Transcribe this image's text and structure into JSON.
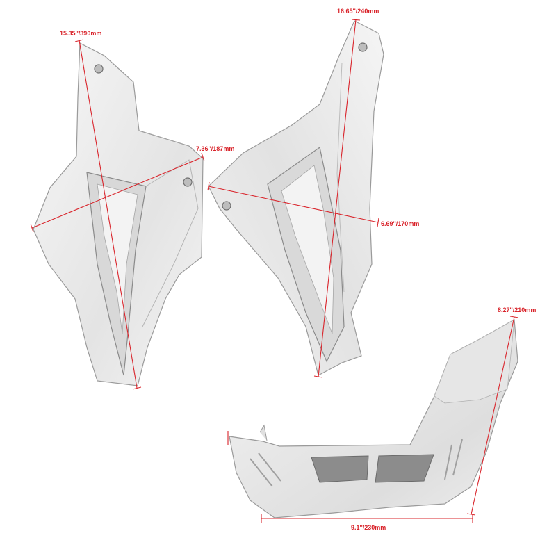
{
  "colors": {
    "dimension": "#d9242b",
    "part_fill": "#ececec",
    "part_stroke": "#9a9a9a",
    "part_shadow": "#c9c9c9",
    "vent_dark": "#8a8a8a",
    "background": "#ffffff"
  },
  "dimensions": {
    "left_panel_height": "15.35''/390mm",
    "left_panel_width": "7.36''/187mm",
    "right_panel_height": "16.65''/240mm",
    "right_panel_width": "6.69''/170mm",
    "bottom_piece_height": "8.27''/210mm",
    "bottom_piece_width": "9.1''/230mm"
  }
}
